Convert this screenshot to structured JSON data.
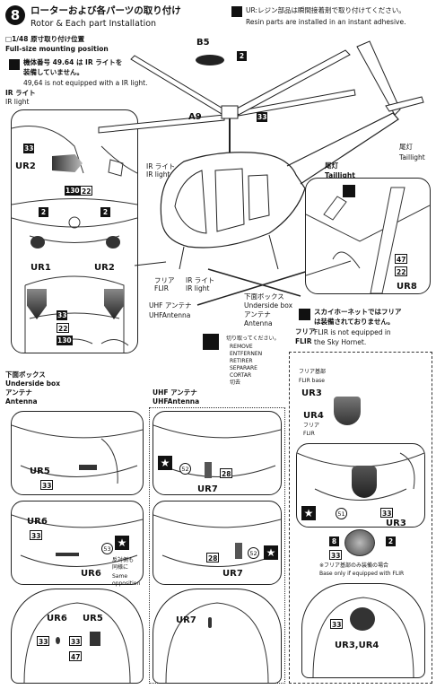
{
  "header": {
    "step": "8",
    "title_jp": "ローターおよび各パーツの取り付け",
    "title_en": "Rotor & Each part Installation",
    "ur_note_jp": "UR:レジン部品は瞬間接着剤で取り付けてください。",
    "ur_note_en": "Resin parts are installed in an instant adhesive."
  },
  "mount": {
    "title_jp": "□1/48 原寸取り付け位置",
    "title_en": "Full-size mounting position",
    "note_jp_1": "機体番号 49.64 は IR ライトを",
    "note_jp_2": "装備していません。",
    "note_en": "49,64 is not equipped with a IR light."
  },
  "labels": {
    "ir_light_jp": "IR ライト",
    "ir_light_en": "IR light",
    "taillight_jp": "尾灯",
    "taillight_en": "Taillight",
    "flir_jp": "フリア",
    "flir_en": "FLIR",
    "underside_jp": "下面ボックス",
    "underside_en": "Underside box",
    "antenna_jp": "アンテナ",
    "antenna_en": "Antenna",
    "uhf_jp": "UHF アンテナ",
    "uhf_en": "UHFAntenna",
    "flir_base_jp": "フリア基部",
    "flir_base_en": "FLIR base"
  },
  "parts": {
    "b5": "B5",
    "a9": "A9",
    "ur1": "UR1",
    "ur2": "UR2",
    "ur3": "UR3",
    "ur4": "UR4",
    "ur5": "UR5",
    "ur6": "UR6",
    "ur7": "UR7",
    "ur8": "UR8",
    "ur34": "UR3,UR4"
  },
  "nums": {
    "n2": "2",
    "n22": "22",
    "n33": "33",
    "n130": "130",
    "n47": "47",
    "n51": "51",
    "n52": "52",
    "n53": "53",
    "n28": "28",
    "n8": "8"
  },
  "cut": {
    "jp": "切り取ってください。",
    "l1": "REMOVE",
    "l2": "ENTFERNEN",
    "l3": "RETIRER",
    "l4": "SEPARARE",
    "l5": "CORTAR",
    "l6": "切去"
  },
  "skyhornet": {
    "jp_1": "スカイホーネットではフリア",
    "jp_2": "は装備されておりません。",
    "en_1": "FLIR is not equipped in",
    "en_2": "the Sky Hornet."
  },
  "opposite": {
    "jp_1": "反対側も",
    "jp_2": "同様に",
    "en_1": "Same",
    "en_2": "opposition"
  },
  "base_only": {
    "jp": "※フリア基部のみ装備の場合",
    "en": "Base only if equipped with FLIR"
  }
}
